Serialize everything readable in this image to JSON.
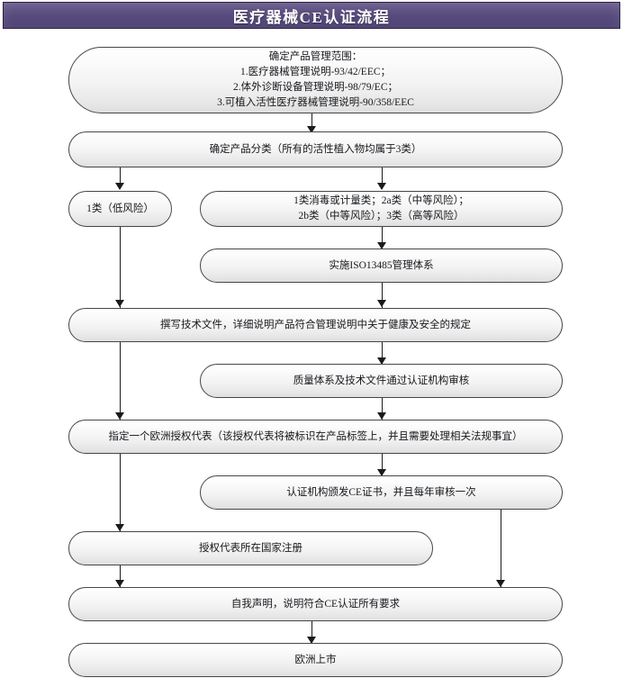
{
  "title": {
    "text": "医疗器械CE认证流程"
  },
  "colors": {
    "title_bar_dark": "#4b3f70",
    "title_bar_light": "#6b5f8f",
    "title_text": "#ffffff",
    "node_border": "#43474d",
    "node_fill_top": "#ffffff",
    "node_fill_bottom": "#dedede",
    "connector": "#1b1b1b",
    "page_background": "#ffffff"
  },
  "flowchart": {
    "type": "flowchart",
    "orientation": "top-to-bottom",
    "node_shape": "stadium",
    "nodes": [
      {
        "id": "scope",
        "lines": [
          "确定产品管理范围：",
          "1.医疗器械管理说明-93/42/EEC；",
          "2.体外诊断设备管理说明-98/79/EC；",
          "3.可植入活性医疗器械管理说明-90/358/EEC"
        ]
      },
      {
        "id": "classification",
        "lines": [
          "确定产品分类（所有的活性植入物均属于3类）"
        ]
      },
      {
        "id": "class1-low-risk",
        "lines": [
          "1类（低风险）"
        ]
      },
      {
        "id": "class-other-risk",
        "lines": [
          "1类消毒或计量类；2a类（中等风险）；",
          "2b类（中等风险）；3类（高等风险）"
        ]
      },
      {
        "id": "iso13485",
        "lines": [
          "实施ISO13485管理体系"
        ]
      },
      {
        "id": "technical-file",
        "lines": [
          "撰写技术文件，详细说明产品符合管理说明中关于健康及安全的规定"
        ]
      },
      {
        "id": "audit",
        "lines": [
          "质量体系及技术文件通过认证机构审核"
        ]
      },
      {
        "id": "authorized-rep",
        "lines": [
          "指定一个欧洲授权代表（该授权代表将被标识在产品标签上，并且需要处理相关法规事宜）"
        ]
      },
      {
        "id": "ce-certificate",
        "lines": [
          "认证机构颁发CE证书，并且每年审核一次"
        ]
      },
      {
        "id": "country-registration",
        "lines": [
          "授权代表所在国家注册"
        ]
      },
      {
        "id": "self-declaration",
        "lines": [
          "自我声明，说明符合CE认证所有要求"
        ]
      },
      {
        "id": "market-launch",
        "lines": [
          "欧洲上市"
        ]
      }
    ],
    "edges": [
      {
        "from": "scope",
        "to": "classification"
      },
      {
        "from": "classification",
        "to": "class1-low-risk"
      },
      {
        "from": "classification",
        "to": "class-other-risk"
      },
      {
        "from": "class-other-risk",
        "to": "iso13485"
      },
      {
        "from": "iso13485",
        "to": "technical-file"
      },
      {
        "from": "class1-low-risk",
        "to": "technical-file"
      },
      {
        "from": "technical-file",
        "to": "audit"
      },
      {
        "from": "technical-file",
        "to": "authorized-rep"
      },
      {
        "from": "audit",
        "to": "authorized-rep"
      },
      {
        "from": "authorized-rep",
        "to": "ce-certificate"
      },
      {
        "from": "authorized-rep",
        "to": "country-registration"
      },
      {
        "from": "ce-certificate",
        "to": "self-declaration"
      },
      {
        "from": "country-registration",
        "to": "self-declaration"
      },
      {
        "from": "self-declaration",
        "to": "market-launch"
      }
    ]
  }
}
